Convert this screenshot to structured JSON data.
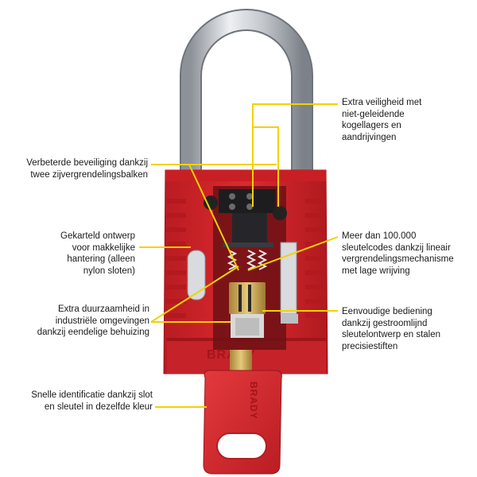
{
  "brand": "BRADY",
  "colors": {
    "lock_red": "#d8262b",
    "lock_red_dark": "#a8171c",
    "callout_line": "#f2d200",
    "shackle": "#c7cbd0",
    "brass": "#c9a24a"
  },
  "callouts": {
    "c1": [
      "Extra veiligheid met",
      "niet-geleidende",
      "kogellagers en",
      "aandrijvingen"
    ],
    "c2": [
      "Verbeterde beveiliging dankzij",
      "twee zijvergrendelingsbalken"
    ],
    "c3": [
      "Gekarteld ontwerp",
      "voor makkelijke",
      "hantering (alleen",
      "nylon sloten)"
    ],
    "c4": [
      "Meer dan 100.000",
      "sleutelcodes dankzij lineair",
      "vergrendelingsmechanisme",
      "met lage wrijving"
    ],
    "c5": [
      "Extra duurzaamheid in",
      "industriële omgevingen",
      "dankzij eendelige behuizing"
    ],
    "c6": [
      "Eenvoudige bediening",
      "dankzij gestroomlijnd",
      "sleutelontwerp en stalen",
      "precisiestiften"
    ],
    "c7": [
      "Snelle identificatie dankzij slot",
      "en sleutel in dezelfde kleur"
    ]
  }
}
